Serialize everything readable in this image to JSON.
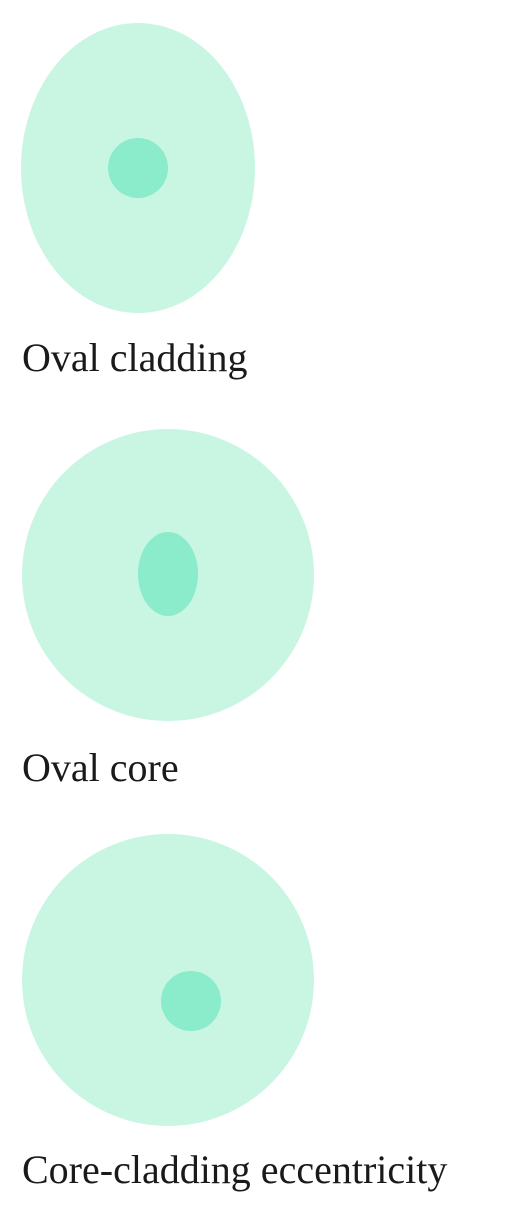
{
  "colors": {
    "cladding": "#c8f6e3",
    "core": "#8aeccb",
    "text": "#1a1a1a",
    "background": "#ffffff"
  },
  "figures": [
    {
      "caption": "Oval cladding",
      "cladding_shape": "ellipse",
      "core_shape": "circle",
      "core_position": "centered"
    },
    {
      "caption": "Oval core",
      "cladding_shape": "circle",
      "core_shape": "ellipse",
      "core_position": "centered"
    },
    {
      "caption": "Core-cladding eccentricity",
      "cladding_shape": "circle",
      "core_shape": "circle",
      "core_position": "offset"
    }
  ]
}
